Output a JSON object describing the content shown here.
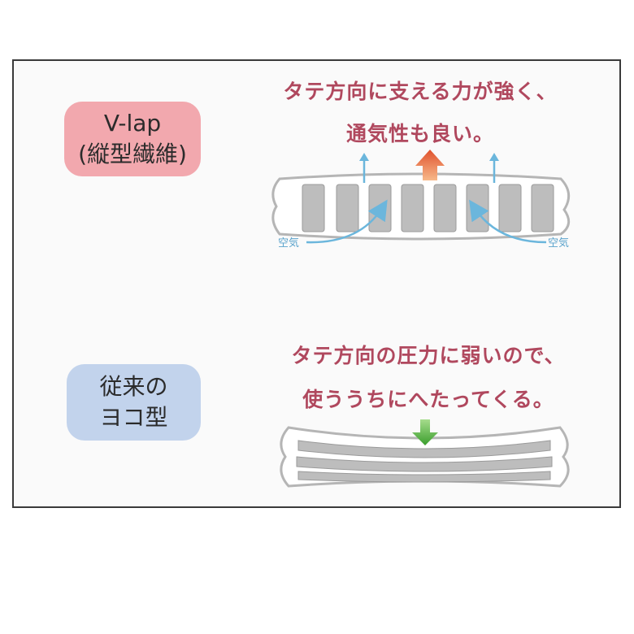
{
  "vlap": {
    "label_line1": "V-lap",
    "label_line2": "(縦型繊維)",
    "caption_line1": "タテ方向に支える力が強く、",
    "caption_line2": "通気性も良い。",
    "air_left": "空気",
    "air_right": "空気"
  },
  "conventional": {
    "label_line1": "従来の",
    "label_line2": "ヨコ型",
    "caption_line1": "タテ方向の圧力に弱いので、",
    "caption_line2": "使ううちにへたってくる。"
  },
  "colors": {
    "caption": "#b0485e",
    "vlap_pill": "#f2a8ae",
    "conventional_pill": "#c2d3ec",
    "air_arrow": "#6bb6dc",
    "up_arrow": "#e8693a",
    "down_arrow": "#4cae3c",
    "fiber": "#b9b9b9"
  }
}
